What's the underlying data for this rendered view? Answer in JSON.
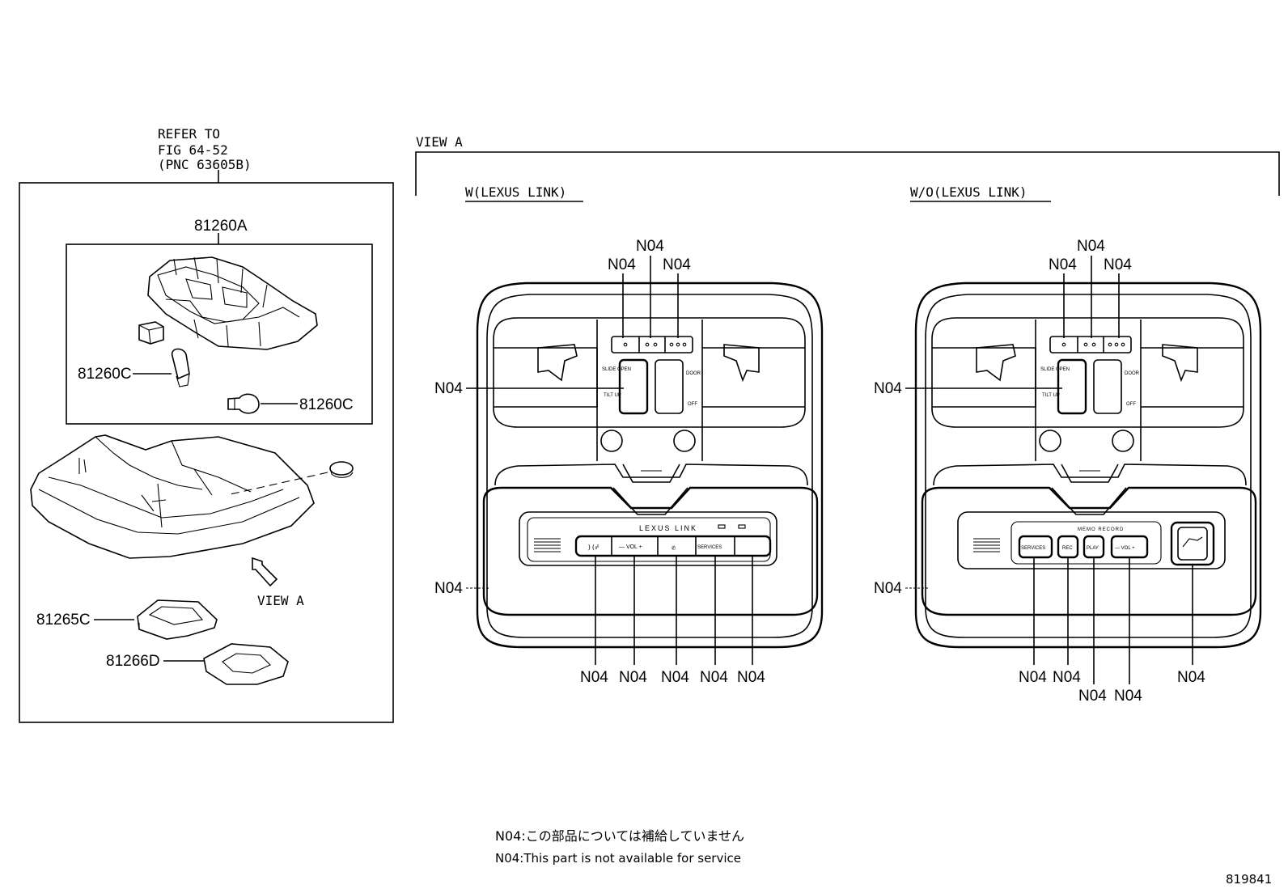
{
  "refer": {
    "line1": "REFER TO",
    "line2": "FIG 64-52",
    "line3": "(PNC 63605B)"
  },
  "view_a_header": "VIEW A",
  "view_a_arrow_label": "VIEW A",
  "variant_left": "W(LEXUS LINK)",
  "variant_right": "W/O(LEXUS LINK)",
  "parts": {
    "p81260A": "81260A",
    "p81260C_left": "81260C",
    "p81260C_right": "81260C",
    "p81265C": "81265C",
    "p81266D": "81266D"
  },
  "callout": "N04",
  "panel_left": {
    "brand": "LEXUS LINK",
    "btn_vol": "— VOL +",
    "btn_services": "SERVICES",
    "slide_open": "SLIDE OPEN",
    "tilt_up": "TILT UP",
    "door": "DOOR",
    "off": "OFF"
  },
  "panel_right": {
    "memo": "MEMO RECORD",
    "btn_services": "SERVICES",
    "btn_rec": "REC",
    "btn_play": "PLAY",
    "btn_vol": "— VOL +",
    "slide_open": "SLIDE OPEN",
    "tilt_up": "TILT UP",
    "door": "DOOR",
    "off": "OFF"
  },
  "notes": {
    "jp": "N04:この部品については補給していません",
    "en": "N04:This part is not available for service"
  },
  "figure_id": "819841"
}
